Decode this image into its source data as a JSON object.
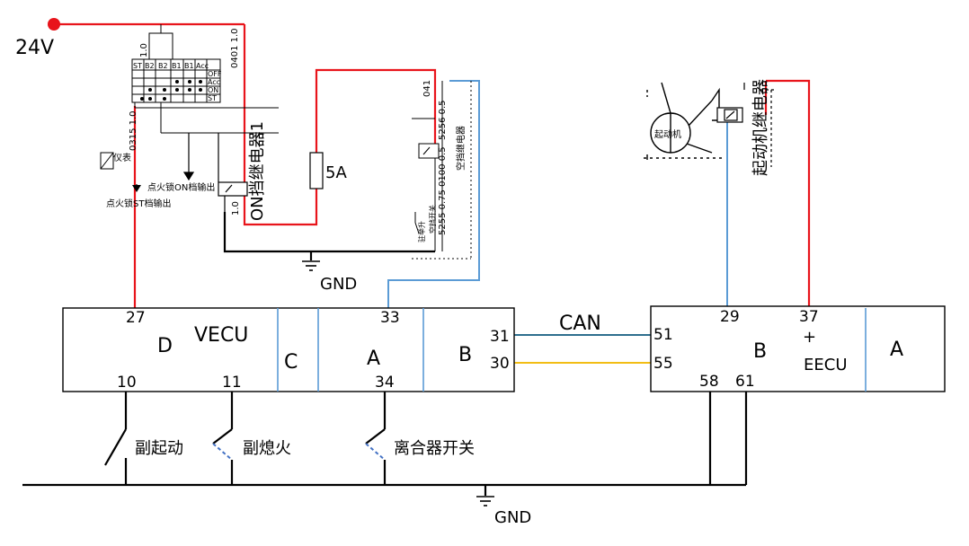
{
  "supply": {
    "voltage": "24V"
  },
  "ground_label": "GND",
  "fuse": {
    "rating": "5A"
  },
  "ignition_switch": {
    "columns": [
      "ST",
      "B2",
      "B2",
      "B1",
      "B1",
      "Acc"
    ],
    "positions": [
      "OFF",
      "Acc",
      "ON",
      "ST"
    ],
    "wire_top": "1.0",
    "wire_code_left": "0315 1.0",
    "wire_code_right": "0401 1.0",
    "meter_label": "仪表",
    "on_output_label": "点火锁ON档输出",
    "st_output_label": "点火锁ST档输出"
  },
  "on_relay": {
    "name": "ON挡继电器1",
    "wire": "1.0"
  },
  "neutral_relay": {
    "name": "空挡继电器",
    "wire_041": "041",
    "wire_upper": "5256 0.5",
    "wire_lower": "5255 0.75 0100 0.5",
    "switch_label": "空挡开关",
    "extra_label": "驻举升"
  },
  "starter": {
    "motor_label": "起动机",
    "relay_label": "起动机继电器"
  },
  "vecu": {
    "name": "VECU",
    "sections": [
      "D",
      "C",
      "A",
      "B"
    ],
    "pins": {
      "p27": "27",
      "p33": "33",
      "p31": "31",
      "p30": "30",
      "p10": "10",
      "p11": "11",
      "p34": "34"
    }
  },
  "eecu": {
    "name": "EECU",
    "sections": [
      "B",
      "A"
    ],
    "plus_symbol": "+",
    "pins": {
      "p29": "29",
      "p37": "37",
      "p51": "51",
      "p55": "55",
      "p58": "58",
      "p61": "61"
    }
  },
  "can_label": "CAN",
  "switches": {
    "aux_start": "副起动",
    "aux_stop": "副熄火",
    "clutch": "离合器开关"
  },
  "colors": {
    "red": "#e8141b",
    "blue": "#5b9bd5",
    "yellow": "#f2bd14",
    "teal": "#2e6f8e",
    "black": "#000000",
    "dash": "#4472c4"
  }
}
